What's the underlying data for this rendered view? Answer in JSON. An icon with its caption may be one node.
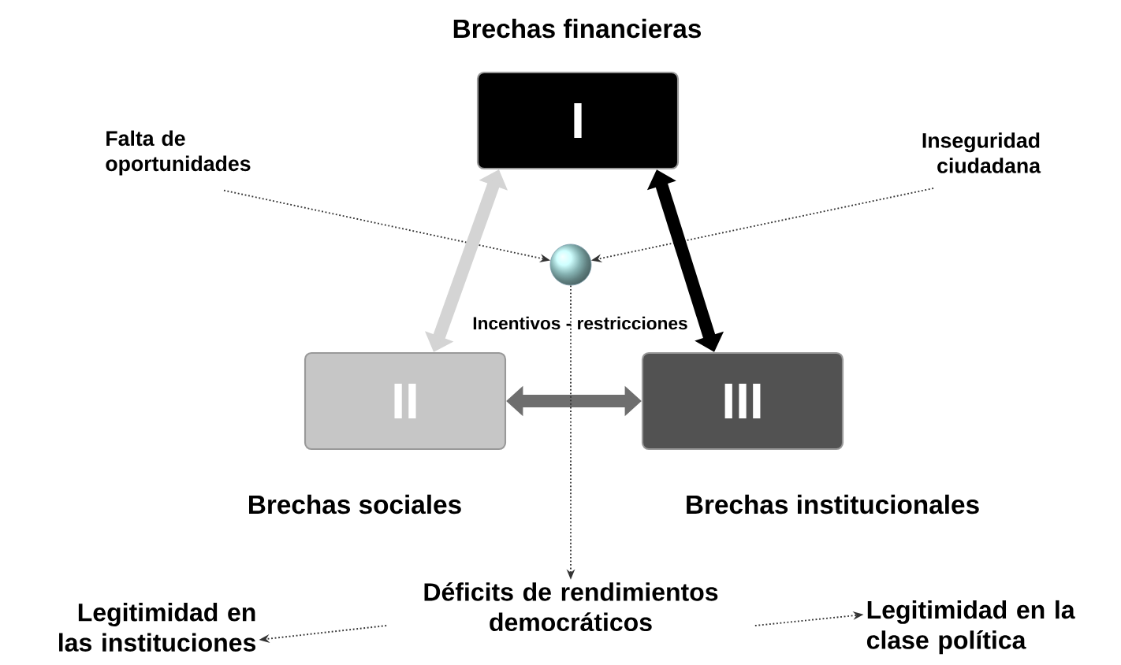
{
  "diagram": {
    "nodes": [
      {
        "text": [
          "Brechas financieras",
          "I"
        ]
      },
      {
        "text": [
          "Falta de oportunidades"
        ]
      },
      {
        "text": [
          "Inseguridad ciudadana"
        ]
      },
      {
        "text": [],
        "shape": "circle",
        "beside": [
          "Incentivos - restricciones"
        ]
      },
      {
        "text": [
          "II",
          "Brechas sociales"
        ]
      },
      {
        "text": [
          "III",
          "Brechas institucionales"
        ]
      },
      {
        "text": [
          "Déficits de rendimientos democráticos"
        ]
      },
      {
        "text": [
          "Legitimidad en las instituciones"
        ]
      },
      {
        "text": [
          "Legitimidad en la clase política"
        ]
      }
    ],
    "edges": [
      {
        "from": 1,
        "to": 3,
        "arrow": "to",
        "style": "dashed"
      },
      {
        "from": 2,
        "to": 3,
        "arrow": "to",
        "style": "dashed"
      },
      {
        "from": 4,
        "to": 0,
        "arrow": "both",
        "style": "thick",
        "color": "#d4d4d4"
      },
      {
        "from": 0,
        "to": 5,
        "arrow": "both",
        "style": "thick",
        "color": "#000000"
      },
      {
        "from": 4,
        "to": 5,
        "arrow": "both",
        "style": "thick",
        "color": "#6e6e6e"
      },
      {
        "from": 3,
        "to": 6,
        "arrow": "to",
        "style": "dashed"
      },
      {
        "from": 6,
        "to": 7,
        "arrow": "to",
        "style": "dashed"
      },
      {
        "from": 6,
        "to": 8,
        "arrow": "to",
        "style": "dashed"
      }
    ]
  }
}
